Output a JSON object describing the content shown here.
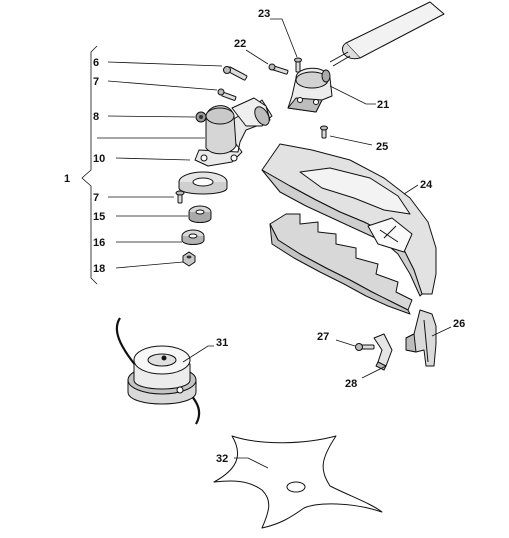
{
  "diagram": {
    "labels": {
      "group": "1",
      "p6": "6",
      "p7a": "7",
      "p8": "8",
      "p10": "10",
      "p7b": "7",
      "p15": "15",
      "p16": "16",
      "p18": "18",
      "p21": "21",
      "p22": "22",
      "p23": "23",
      "p24": "24",
      "p25": "25",
      "p26": "26",
      "p27": "27",
      "p28": "28",
      "p31": "31",
      "p32": "32"
    },
    "parts": [
      {
        "id": "6",
        "name": "screw"
      },
      {
        "id": "7",
        "name": "screw"
      },
      {
        "id": "8",
        "name": "grease-plug"
      },
      {
        "id": "10",
        "name": "cup-washer"
      },
      {
        "id": "15",
        "name": "flange"
      },
      {
        "id": "16",
        "name": "washer"
      },
      {
        "id": "18",
        "name": "nut"
      },
      {
        "id": "21",
        "name": "guard-bracket-clamp"
      },
      {
        "id": "22",
        "name": "screw"
      },
      {
        "id": "23",
        "name": "screw"
      },
      {
        "id": "24",
        "name": "guard"
      },
      {
        "id": "25",
        "name": "screw"
      },
      {
        "id": "26",
        "name": "guard-extension"
      },
      {
        "id": "27",
        "name": "screw"
      },
      {
        "id": "28",
        "name": "line-cutter-blade"
      },
      {
        "id": "31",
        "name": "trimmer-head"
      },
      {
        "id": "32",
        "name": "three-tooth-blade"
      }
    ]
  }
}
